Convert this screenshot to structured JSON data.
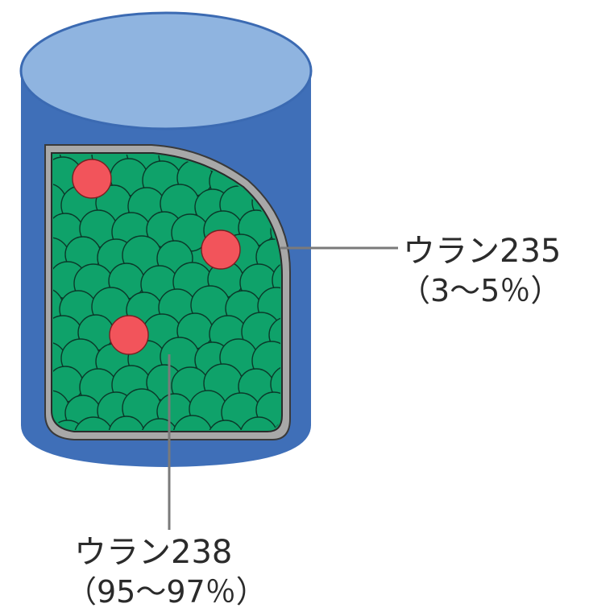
{
  "labels": {
    "u235": {
      "name": "ウラン235",
      "percent": "（3～5％）"
    },
    "u238": {
      "name": "ウラン238",
      "percent": "（95～97％）"
    }
  },
  "colors": {
    "cylinder_body": "#3f6fb8",
    "cylinder_top": "#8fb4e0",
    "cladding": "#a8a8a8",
    "u238_pellet": "#0fa26a",
    "u235_pellet": "#f2545b",
    "leader_line": "#7a7a7a"
  },
  "icons": {
    "fuel": "fuel-pellet-cylinder-icon"
  }
}
